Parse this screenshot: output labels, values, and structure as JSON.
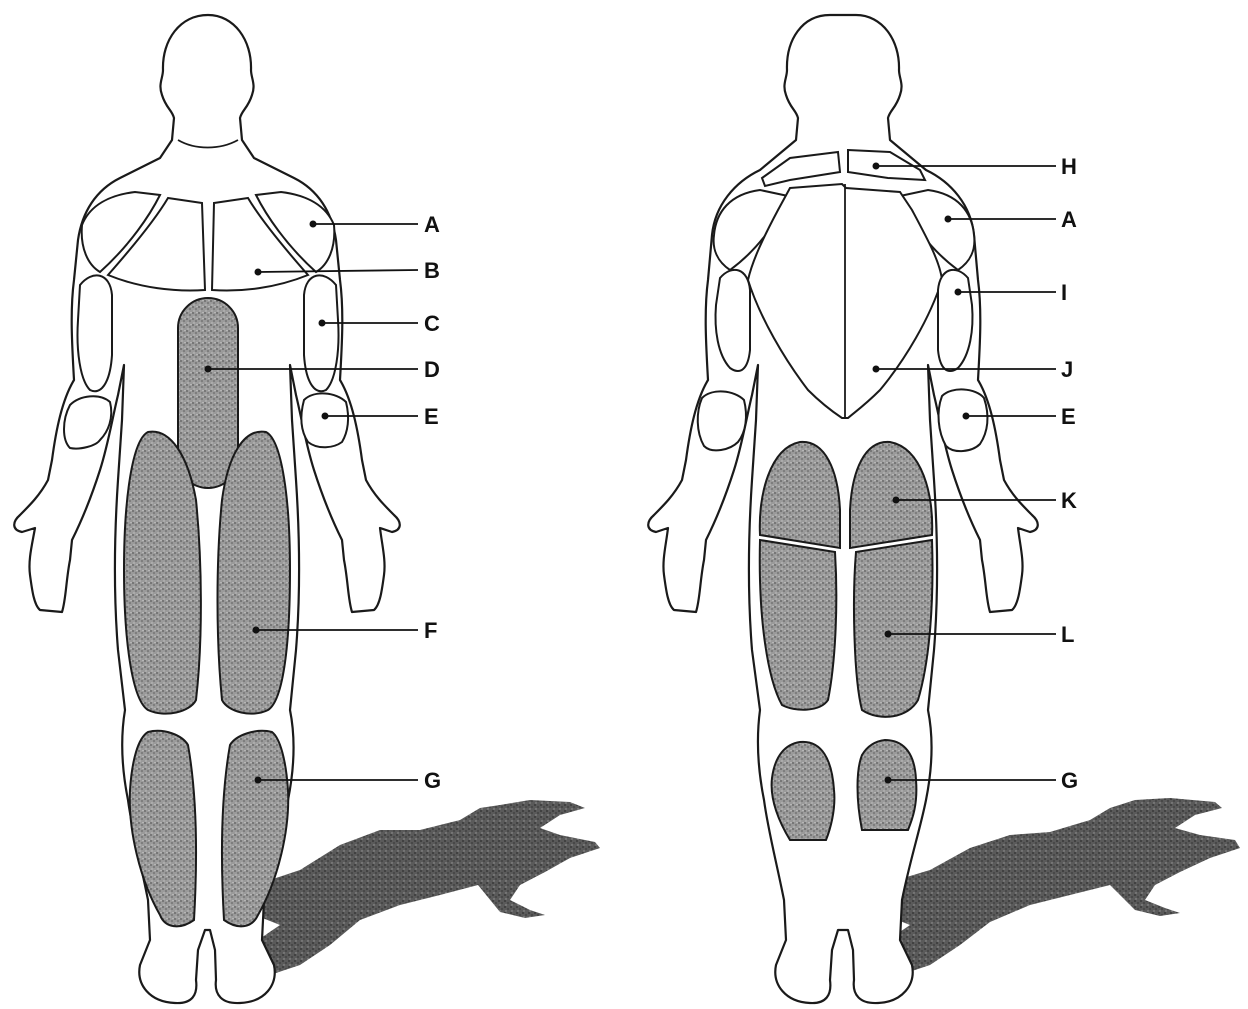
{
  "figures": [
    {
      "view": "front",
      "labels": [
        {
          "id": "A",
          "text": "A"
        },
        {
          "id": "B",
          "text": "B"
        },
        {
          "id": "C",
          "text": "C"
        },
        {
          "id": "D",
          "text": "D"
        },
        {
          "id": "E",
          "text": "E"
        },
        {
          "id": "F",
          "text": "F"
        },
        {
          "id": "G",
          "text": "G"
        }
      ]
    },
    {
      "view": "back",
      "labels": [
        {
          "id": "H",
          "text": "H"
        },
        {
          "id": "A",
          "text": "A"
        },
        {
          "id": "I",
          "text": "I"
        },
        {
          "id": "J",
          "text": "J"
        },
        {
          "id": "E",
          "text": "E"
        },
        {
          "id": "K",
          "text": "K"
        },
        {
          "id": "L",
          "text": "L"
        },
        {
          "id": "G",
          "text": "G"
        }
      ]
    }
  ],
  "colors": {
    "outline": "#1a1a1a",
    "stipple": "#8a8a8a",
    "background": "#ffffff"
  }
}
